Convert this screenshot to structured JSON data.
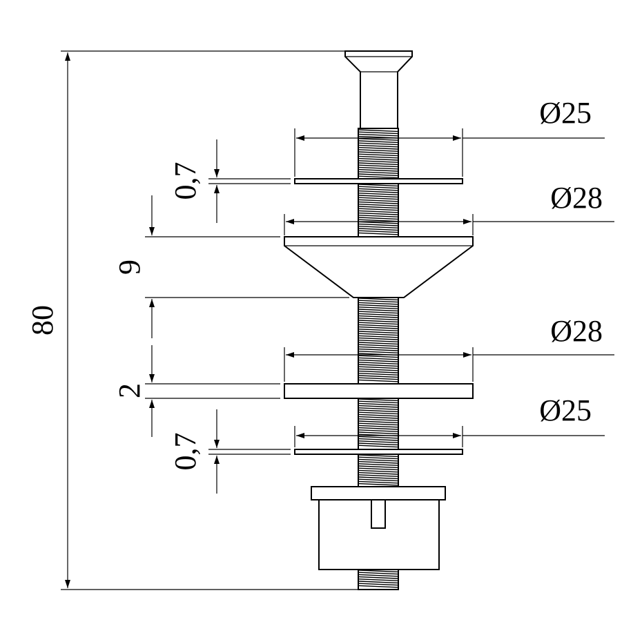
{
  "colors": {
    "stroke": "#000000",
    "background": "#ffffff"
  },
  "dimensions": {
    "overall_length": "80",
    "washer_top_diameter": "Ø25",
    "cone_diameter": "Ø28",
    "flat_washer_diameter": "Ø28",
    "washer_bottom_diameter": "Ø25",
    "washer_top_thickness": "0,7",
    "cone_height": "9",
    "flat_washer_thickness": "2",
    "washer_bottom_thickness": "0,7"
  }
}
